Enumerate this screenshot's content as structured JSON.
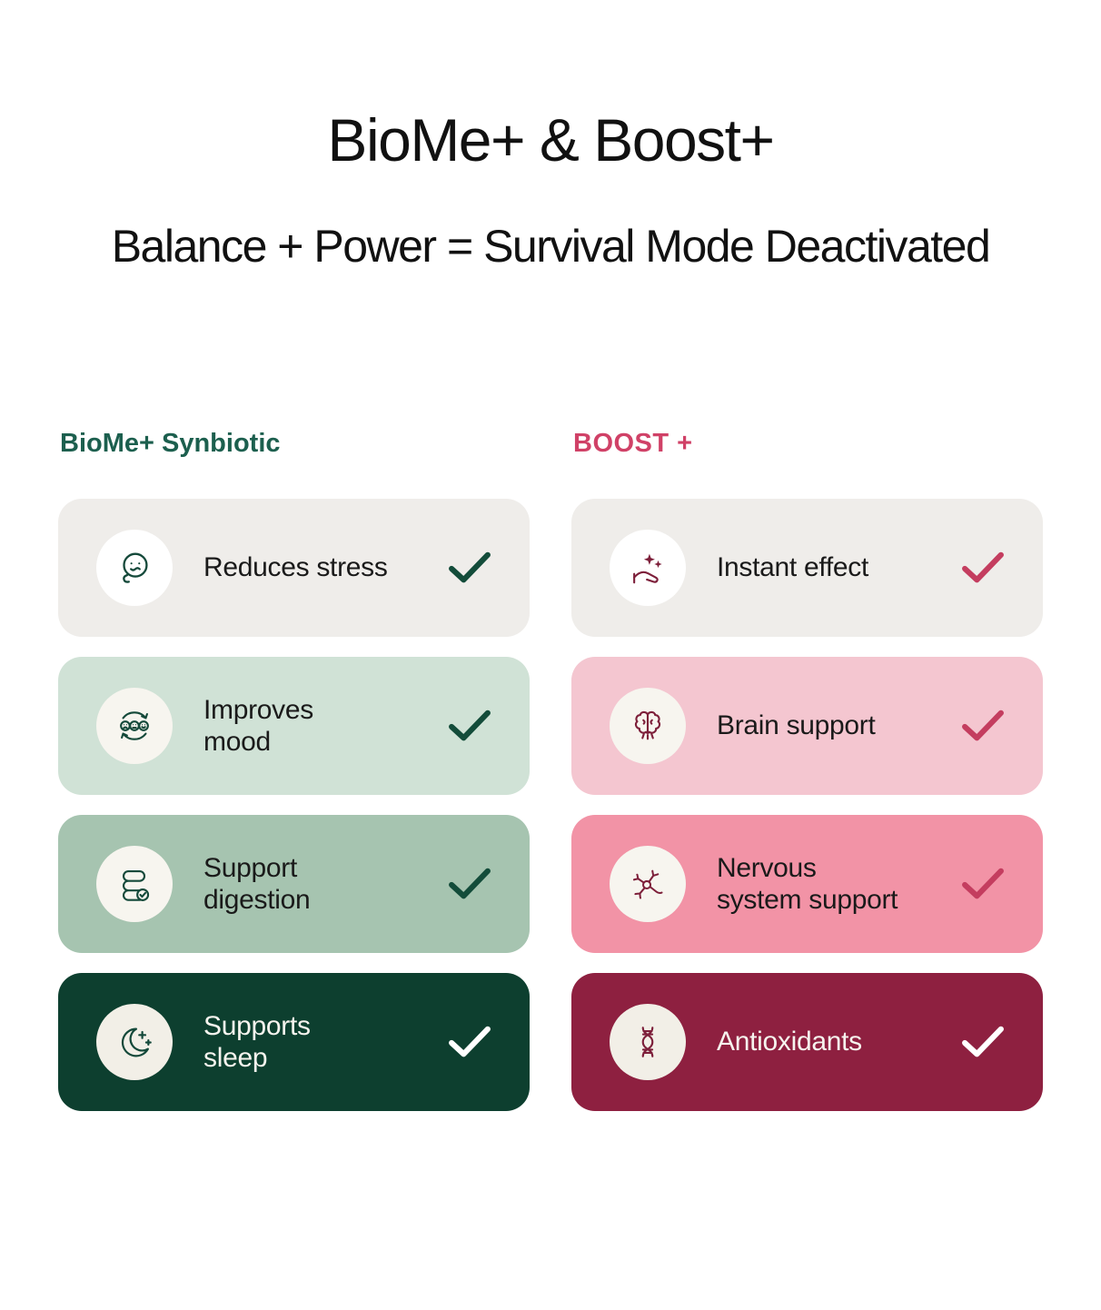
{
  "header": {
    "title": "BioMe+ & Boost+",
    "subtitle": "Balance + Power = Survival Mode Deactivated"
  },
  "columns": [
    {
      "heading": "BioMe+ Synbiotic",
      "cards": [
        {
          "label": "Reduces stress",
          "icon": "stress-relief-face-icon",
          "checked": true
        },
        {
          "label": "Improves\nmood",
          "icon": "mood-faces-cycle-icon",
          "checked": true
        },
        {
          "label": "Support\ndigestion",
          "icon": "intestine-icon",
          "checked": true
        },
        {
          "label": "Supports\nsleep",
          "icon": "moon-sparkles-icon",
          "checked": true
        }
      ]
    },
    {
      "heading": "BOOST +",
      "cards": [
        {
          "label": "Instant effect",
          "icon": "hand-sparkles-icon",
          "checked": true
        },
        {
          "label": "Brain support",
          "icon": "brain-icon",
          "checked": true
        },
        {
          "label": "Nervous\nsystem support",
          "icon": "neuron-icon",
          "checked": true
        },
        {
          "label": "Antioxidants",
          "icon": "dna-helix-icon",
          "checked": true
        }
      ]
    }
  ],
  "colors": {
    "biome_heading": "#1c5f4e",
    "boost_heading": "#d04167",
    "biome_card_tiers": [
      "#efedea",
      "#d0e2d6",
      "#a6c4b0",
      "#0d3f2f"
    ],
    "boost_card_tiers": [
      "#efedea",
      "#f4c6d0",
      "#f293a6",
      "#8e2040"
    ],
    "biome_icon": "#14493a",
    "boost_icon": "#7d1f3a",
    "biome_check": "#134c3a",
    "boost_check": "#c43d5f",
    "dark_card_check": "#ffffff"
  }
}
